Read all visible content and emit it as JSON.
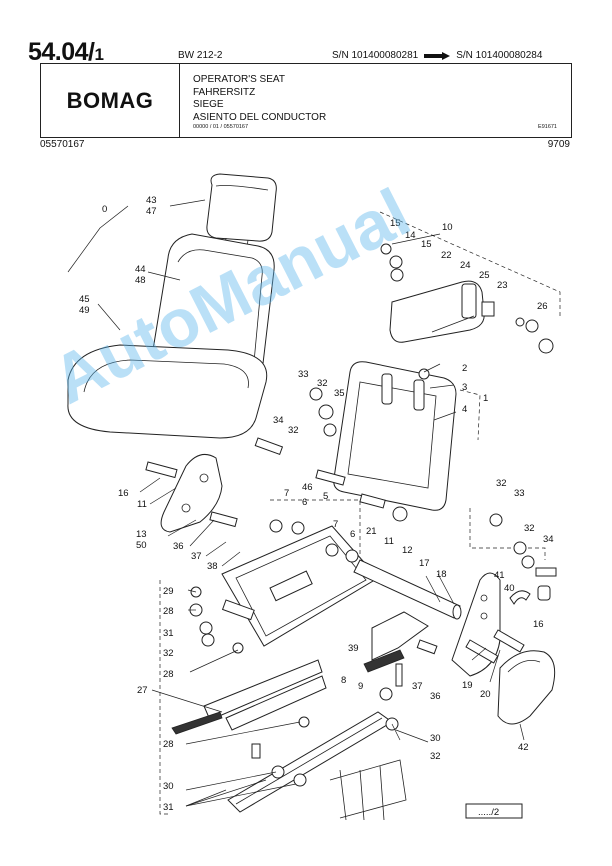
{
  "header": {
    "page_main": "54.04/",
    "page_sub": "1",
    "model": "BW 212-2",
    "serial_from": "S/N 101400080281",
    "serial_to": "S/N 101400080284",
    "brand": "BOMAG",
    "titles": [
      "OPERATOR'S SEAT",
      "FAHRERSITZ",
      "SIEGE",
      "ASIENTO DEL CONDUCTOR"
    ],
    "doc_ref": "00000 / 01 / 05570167",
    "fig_ref": "E91671",
    "part_number": "05570167",
    "date_code": "9709"
  },
  "callouts": [
    {
      "label": "0"
    },
    {
      "label": "43"
    },
    {
      "label": "47"
    },
    {
      "label": "44"
    },
    {
      "label": "48"
    },
    {
      "label": "45"
    },
    {
      "label": "49"
    },
    {
      "label": "10"
    },
    {
      "label": "15"
    },
    {
      "label": "14"
    },
    {
      "label": "15"
    },
    {
      "label": "22"
    },
    {
      "label": "24"
    },
    {
      "label": "25"
    },
    {
      "label": "23"
    },
    {
      "label": "26"
    },
    {
      "label": "2"
    },
    {
      "label": "3"
    },
    {
      "label": "1"
    },
    {
      "label": "4"
    },
    {
      "label": "33"
    },
    {
      "label": "32"
    },
    {
      "label": "35"
    },
    {
      "label": "34"
    },
    {
      "label": "32"
    },
    {
      "label": "16"
    },
    {
      "label": "11"
    },
    {
      "label": "46"
    },
    {
      "label": "7"
    },
    {
      "label": "6"
    },
    {
      "label": "5"
    },
    {
      "label": "21"
    },
    {
      "label": "11"
    },
    {
      "label": "12"
    },
    {
      "label": "13"
    },
    {
      "label": "50"
    },
    {
      "label": "36"
    },
    {
      "label": "37"
    },
    {
      "label": "38"
    },
    {
      "label": "7"
    },
    {
      "label": "6"
    },
    {
      "label": "32"
    },
    {
      "label": "33"
    },
    {
      "label": "32"
    },
    {
      "label": "34"
    },
    {
      "label": "41"
    },
    {
      "label": "40"
    },
    {
      "label": "17"
    },
    {
      "label": "18"
    },
    {
      "label": "29"
    },
    {
      "label": "28"
    },
    {
      "label": "31"
    },
    {
      "label": "32"
    },
    {
      "label": "28"
    },
    {
      "label": "39"
    },
    {
      "label": "16"
    },
    {
      "label": "8"
    },
    {
      "label": "9"
    },
    {
      "label": "37"
    },
    {
      "label": "36"
    },
    {
      "label": "19"
    },
    {
      "label": "20"
    },
    {
      "label": "27"
    },
    {
      "label": "28"
    },
    {
      "label": "30"
    },
    {
      "label": "32"
    },
    {
      "label": "30"
    },
    {
      "label": "42"
    },
    {
      "label": "31"
    }
  ],
  "continuation": "...../2",
  "watermark": "AutoManual"
}
